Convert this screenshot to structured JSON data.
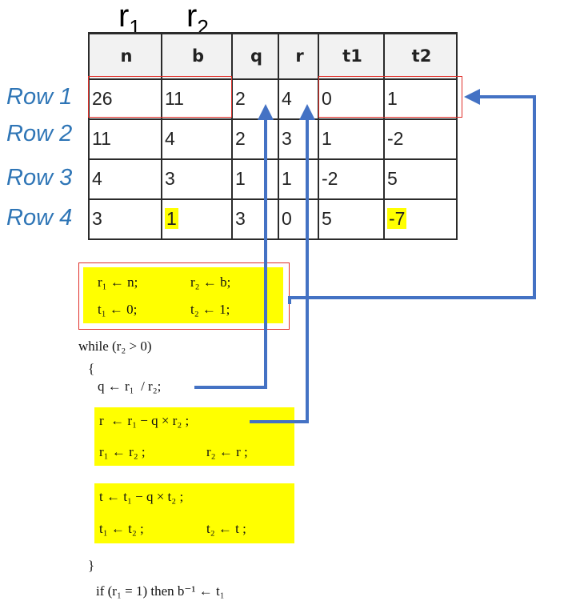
{
  "column_labels": {
    "r1_base": "r",
    "r1_sub": "1",
    "r2_base": "r",
    "r2_sub": "2"
  },
  "table": {
    "headers": [
      "n",
      "b",
      "q",
      "r",
      "t1",
      "t2"
    ],
    "rows": [
      [
        "26",
        "11",
        "2",
        "4",
        "0",
        "1"
      ],
      [
        "11",
        "4",
        "2",
        "3",
        "1",
        "-2"
      ],
      [
        "4",
        "3",
        "1",
        "1",
        "-2",
        "5"
      ],
      [
        "3",
        "1",
        "3",
        "0",
        "5",
        "-7"
      ]
    ],
    "highlighted_cells": [
      [
        3,
        1
      ],
      [
        3,
        5
      ]
    ]
  },
  "row_labels": [
    "Row 1",
    "Row 2",
    "Row 3",
    "Row 4"
  ],
  "code": {
    "init_line1_a": "r₁ ← n;",
    "init_line1_b": "r₂ ← b;",
    "init_line2_a": "t₁ ← 0;",
    "init_line2_b": "t₂ ← 1;",
    "while_line": "while (r₂ > 0)",
    "open_brace": "{",
    "q_line": "q ← r₁  / r₂;",
    "r_line": "r  ← r₁ − q × r₂ ;",
    "r_update_a": "r₁ ← r₂ ;",
    "r_update_b": "r₂ ← r ;",
    "t_line": "t ← t₁ − q × t₂ ;",
    "t_update_a": "t₁ ← t₂ ;",
    "t_update_b": "t₂ ← t ;",
    "close_brace": "}",
    "final_line": "if (r₁ = 1) then b⁻¹ ← t₁"
  },
  "colors": {
    "highlight": "#ffff00",
    "arrow": "#4472c4",
    "box": "#e0302a",
    "row_label": "#2e75b6"
  }
}
